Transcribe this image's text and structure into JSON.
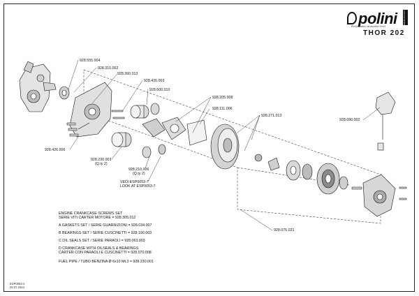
{
  "brand": {
    "logo": "polini",
    "badge": "MADE IN ITALY",
    "tagline": "Performance at another level",
    "model": "THOR 202"
  },
  "part_labels": {
    "p555004": "928.555.004",
    "p310002": "928.310.002",
    "p360013": "928.360.013",
    "p426003": "928.426.003",
    "p600010": "928.600.010",
    "p205008": "928.205.008",
    "p111006": "928.111.006",
    "p271013": "928.271.013",
    "p680002": "928.680.002",
    "p426006": "928.426.006",
    "p230003": "928.230.003",
    "p230003_qty": "(Q.ty 2)",
    "p210006": "928.210.006",
    "p210006_qty": "(Q.ty 2)",
    "vedi": "VEDI ESP0053-7",
    "look": "LOOK AT ESP0053-7",
    "p075021": "928.075.021"
  },
  "notes": {
    "screws_1": "ENGINE CRANKCASE SCREWS SET",
    "screws_2": "SERIE VITI CARTER MOTORE = 928.305.012",
    "a": "A    GASKETS SET / SERIE GUARNIZIONI = 928.034.007",
    "b": "B    BEARINGS SET / SERIE CUSCINETTI = 928.190.003",
    "c": "C    OIL SEALS SET / SERIE PARAOLI = 928.063.003",
    "d1": "D    CRANKCASE WITH OILSEALS & BEARINGS",
    "d2": "      CARTER CON PARAOLI E CUSCINETTI = 928.070.008",
    "fuel": "FUEL PIPE / TUBO BENZINA Ø 6x10  Mt.3 = 928.230.001"
  },
  "footer": {
    "code": "ESP0053-2",
    "date": "26.07.2024"
  },
  "colors": {
    "ink": "#111111",
    "part_fill": "#d9d9d9",
    "part_dark": "#6b6b6b",
    "background": "#ffffff"
  }
}
